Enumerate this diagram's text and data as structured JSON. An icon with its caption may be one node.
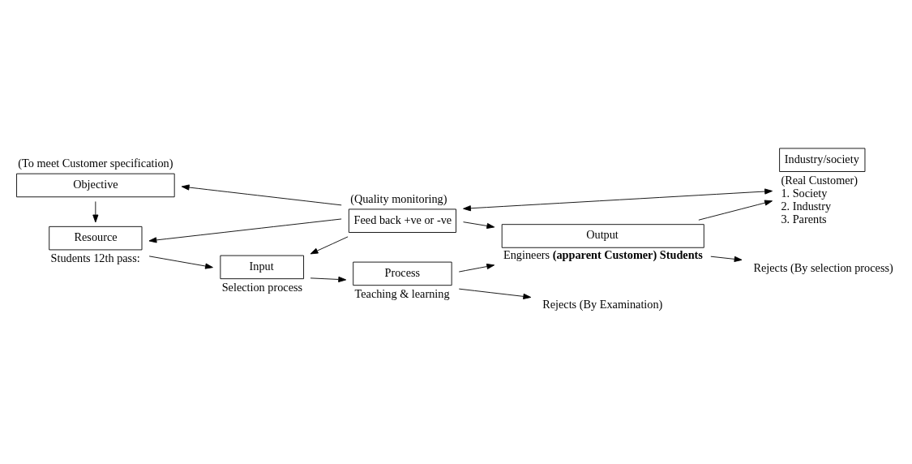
{
  "diagram": {
    "nodes": [
      {
        "text": [
          "Objective"
        ],
        "beside": [
          "(To meet Customer specification)"
        ]
      },
      {
        "text": [
          "Feed back +ve or -ve"
        ],
        "beside": [
          "(Quality monitoring)"
        ]
      },
      {
        "text": [
          "Resource"
        ],
        "beside": [
          "Students 12th pass:"
        ]
      },
      {
        "text": [
          "Input"
        ],
        "beside": [
          "Selection process"
        ]
      },
      {
        "text": [
          "Process"
        ],
        "beside": [
          "Teaching & learning"
        ]
      },
      {
        "text": [
          "Output"
        ],
        "beside": [
          "Engineers **(apparent Customer) Students**"
        ]
      },
      {
        "text": [
          "Industry/society"
        ],
        "beside": [
          "(Real Customer)",
          "1. Society",
          "2. Industry",
          "3. Parents"
        ]
      },
      {
        "text": [
          "Rejects (By Examination)"
        ]
      },
      {
        "text": [
          "Rejects (By selection process)"
        ]
      }
    ],
    "edges": [
      {
        "from": 1,
        "to": 0,
        "arrow": "to"
      },
      {
        "from": 0,
        "to": 2,
        "arrow": "to"
      },
      {
        "from": 1,
        "to": 2,
        "arrow": "to"
      },
      {
        "from": 1,
        "to": 3,
        "arrow": "to"
      },
      {
        "from": 1,
        "to": 5,
        "arrow": "to"
      },
      {
        "from": 1,
        "to": 6,
        "arrow": "both"
      },
      {
        "from": 2,
        "to": 3,
        "arrow": "to"
      },
      {
        "from": 3,
        "to": 4,
        "arrow": "to"
      },
      {
        "from": 4,
        "to": 5,
        "arrow": "to"
      },
      {
        "from": 4,
        "to": 7,
        "arrow": "to"
      },
      {
        "from": 5,
        "to": 6,
        "arrow": "to"
      },
      {
        "from": 5,
        "to": 8,
        "arrow": "to"
      }
    ]
  }
}
